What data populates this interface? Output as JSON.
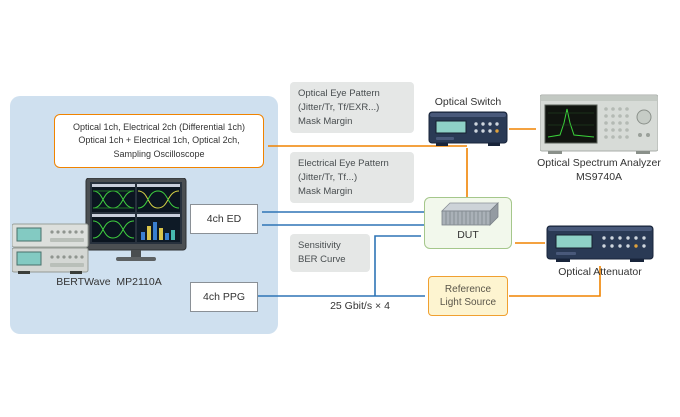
{
  "colors": {
    "accent_orange": "#f08300",
    "accent_blue": "#2e74b5",
    "panel_blue": "#cfe0ef",
    "callout_gray": "#e5e7e6",
    "dut_border_green": "#a5c78b",
    "dut_fill_green": "#f2f8ec",
    "ref_fill_yellow": "#fdf4d0",
    "ref_border_orange": "#f0a030"
  },
  "left_panel": {
    "config_box": {
      "line1": "Optical 1ch, Electrical 2ch (Differential 1ch)",
      "line2": "Optical 1ch + Electrical 1ch, Optical 2ch,",
      "line3": "Sampling Oscilloscope"
    },
    "bertwave_label": "BERTWave  MP2110A",
    "ed_label": "4ch ED",
    "ppg_label": "4ch PPG"
  },
  "callouts": {
    "optical_eye": {
      "line1": "Optical Eye Pattern",
      "line2": "(Jitter/Tr, Tf/EXR...)",
      "line3": "Mask Margin"
    },
    "electrical_eye": {
      "line1": "Electrical Eye Pattern",
      "line2": "(Jitter/Tr, Tf...)",
      "line3": "Mask Margin"
    },
    "sensitivity": {
      "line1": "Sensitivity",
      "line2": "BER Curve"
    }
  },
  "devices": {
    "optical_switch": {
      "label": "Optical Switch"
    },
    "spectrum_analyzer": {
      "label_line1": "Optical Spectrum Analyzer",
      "label_line2": "MS9740A"
    },
    "dut": {
      "label": "DUT"
    },
    "reference_light_source": {
      "line1": "Reference",
      "line2": "Light Source"
    },
    "attenuator": {
      "label": "Optical Attenuator"
    }
  },
  "annotations": {
    "bitrate": "25 Gbit/s × 4"
  }
}
